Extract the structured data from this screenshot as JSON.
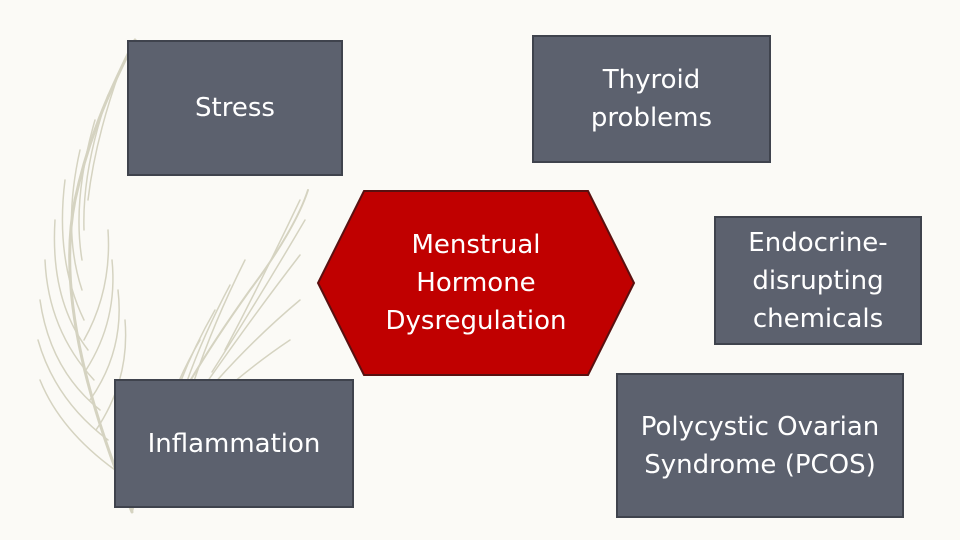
{
  "diagram": {
    "center": {
      "label": "Menstrual\nHormone\nDysregulation",
      "fill": "#c00000"
    },
    "boxes": {
      "stress": "Stress",
      "thyroid": "Thyroid\nproblems",
      "endocrine": "Endocrine-\ndisrupting\nchemicals",
      "inflammation": "Inflammation",
      "pcos": "Polycystic Ovarian\nSyndrome (PCOS)"
    },
    "box_fill": "#5c616e"
  },
  "decoration": {
    "icon": "feather-icon",
    "color": "#cfcdb8"
  }
}
